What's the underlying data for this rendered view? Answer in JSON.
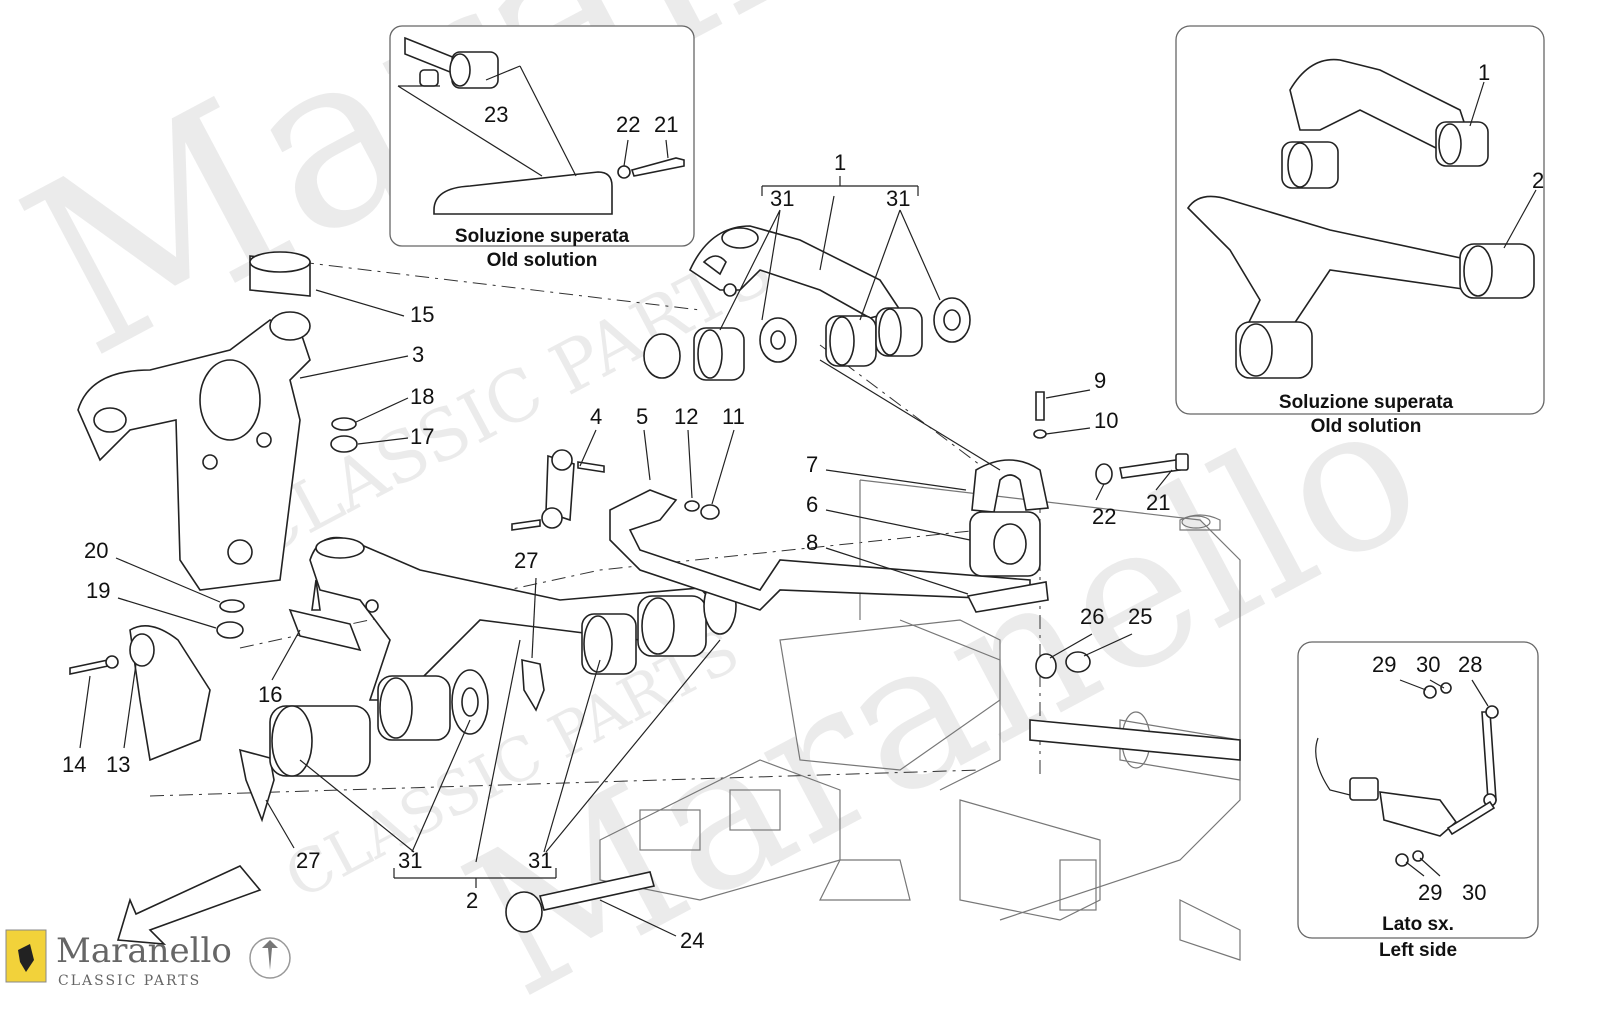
{
  "watermark": {
    "line1": "Maranello",
    "line2": "CLASSIC PARTS"
  },
  "logo": {
    "name": "Maranello",
    "tagline": "CLASSIC PARTS"
  },
  "insets": {
    "top_center": {
      "line1": "Soluzione superata",
      "line2": "Old solution"
    },
    "top_right": {
      "line1": "Soluzione superata",
      "line2": "Old solution"
    },
    "bottom_right": {
      "line1": "Lato sx.",
      "line2": "Left side"
    }
  },
  "callouts": {
    "c1": "1",
    "c2": "2",
    "c3": "3",
    "c4": "4",
    "c5": "5",
    "c6": "6",
    "c7": "7",
    "c8": "8",
    "c9": "9",
    "c10": "10",
    "c11": "11",
    "c12": "12",
    "c13": "13",
    "c14": "14",
    "c15": "15",
    "c16": "16",
    "c17": "17",
    "c18": "18",
    "c19": "19",
    "c20": "20",
    "c21": "21",
    "c22": "22",
    "c23": "23",
    "c24": "24",
    "c25": "25",
    "c26": "26",
    "c27": "27",
    "c28": "28",
    "c29": "29",
    "c30": "30",
    "c31": "31"
  }
}
